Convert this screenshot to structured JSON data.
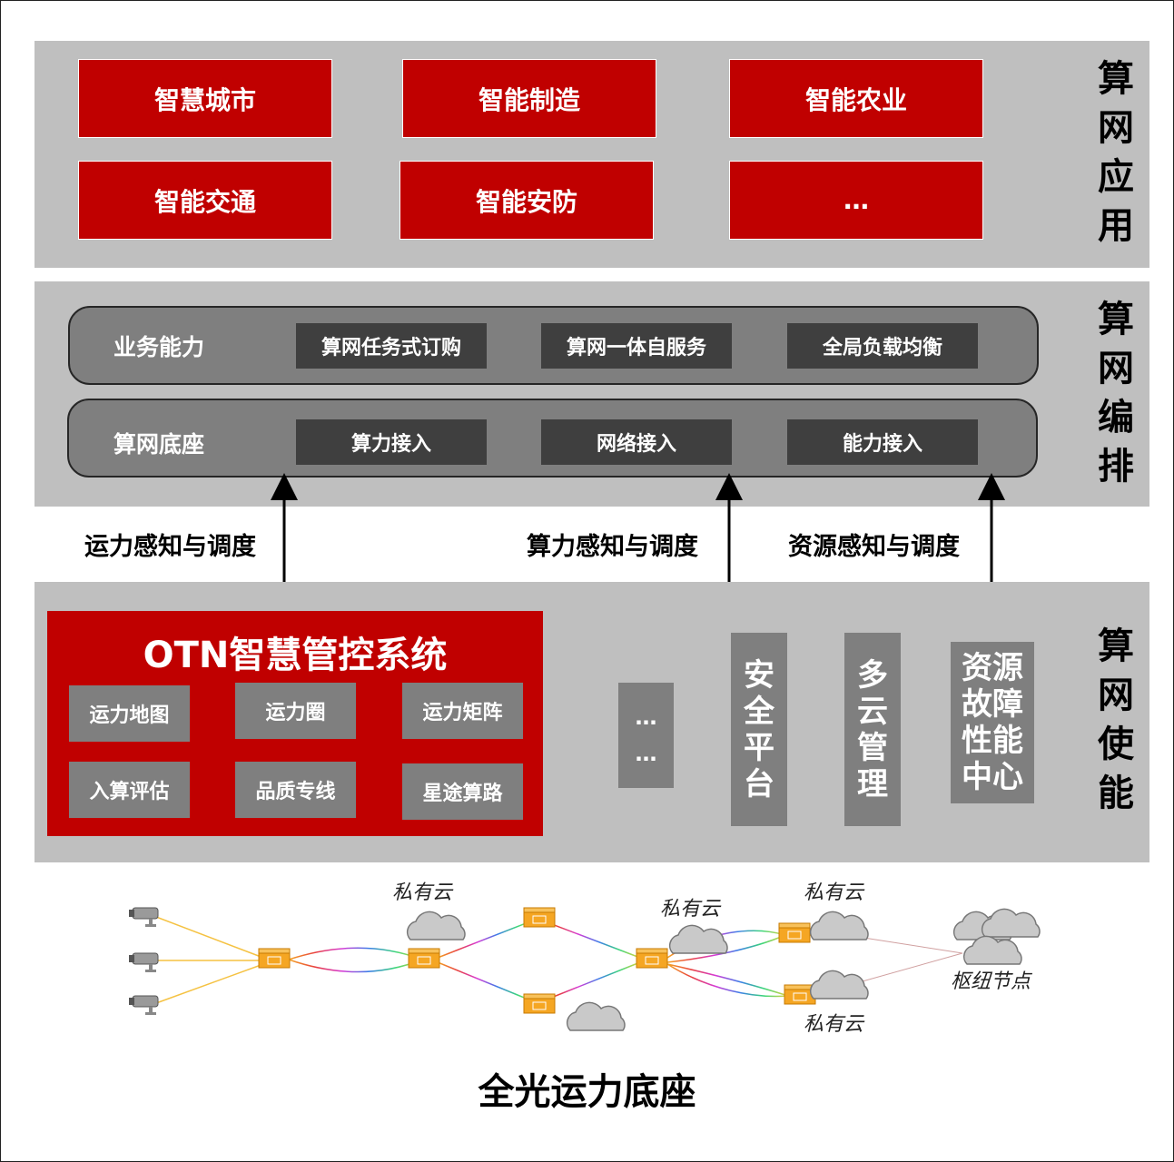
{
  "layers": {
    "app": {
      "label": [
        "算",
        "网",
        "应",
        "用"
      ]
    },
    "orchestration": {
      "label": [
        "算",
        "网",
        "编",
        "排"
      ]
    },
    "enablement": {
      "label": [
        "算",
        "网",
        "使",
        "能"
      ]
    }
  },
  "applications": [
    "智慧城市",
    "智能制造",
    "智能农业",
    "智能交通",
    "智能安防",
    "…"
  ],
  "orchestration": {
    "rows": [
      {
        "title": "业务能力",
        "items": [
          "算网任务式订购",
          "算网一体自服务",
          "全局负载均衡"
        ]
      },
      {
        "title": "算网底座",
        "items": [
          "算力接入",
          "网络接入",
          "能力接入"
        ]
      }
    ]
  },
  "arrows": {
    "transport": "运力感知与调度",
    "compute": "算力感知与调度",
    "resource": "资源感知与调度"
  },
  "otn": {
    "title": "OTN智慧管控系统",
    "items": [
      "运力地图",
      "运力圈",
      "运力矩阵",
      "入算评估",
      "品质专线",
      "星途算路"
    ]
  },
  "enable_boxes": {
    "ellipsis": [
      "…",
      "…"
    ],
    "security": [
      "安",
      "全",
      "平",
      "台"
    ],
    "multicloud": [
      "多",
      "云",
      "管",
      "理"
    ],
    "resource_center": [
      "资源",
      "故障",
      "性能",
      "中心"
    ]
  },
  "network": {
    "cloud_labels": [
      "私有云",
      "私有云",
      "私有云",
      "私有云"
    ],
    "hub_label": "枢纽节点",
    "title": "全光运力底座"
  },
  "colors": {
    "accent_red": "#c00000",
    "band_gray": "#bfbfbf",
    "box_gray": "#7f7f7f",
    "dark_box": "#3f3f3f",
    "node_orange": "#f5a623"
  }
}
